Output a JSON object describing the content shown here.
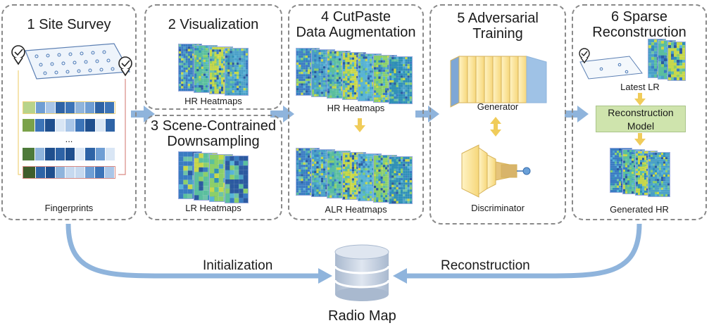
{
  "panels": {
    "p1": {
      "title": "1  Site Survey",
      "caption": "Fingerprints"
    },
    "p2": {
      "title": "2 Visualization",
      "caption": "HR Heatmaps"
    },
    "p3": {
      "title_line1": "3 Scene-Contrained",
      "title_line2": "Downsampling",
      "caption": "LR Heatmaps"
    },
    "p4": {
      "title_line1": "4 CutPaste",
      "title_line2": "Data Augmentation",
      "caption_top": "HR Heatmaps",
      "caption_bottom": "ALR Heatmaps"
    },
    "p5": {
      "title_line1": "5 Adversarial",
      "title_line2": "Training",
      "generator": "Generator",
      "discriminator": "Discriminator"
    },
    "p6": {
      "title_line1": "6 Sparse",
      "title_line2": "Reconstruction",
      "latest": "Latest LR",
      "model_line1": "Reconstruction",
      "model_line2": "Model",
      "generated": "Generated HR"
    }
  },
  "ellipsis": "...",
  "edges": {
    "initialization": "Initialization",
    "reconstruction": "Reconstruction"
  },
  "radio_map": "Radio Map",
  "colors": {
    "arrow": "#8fb4dc",
    "yellow_arrow": "#f0cc5a",
    "fingerprint_blue": "#2f6fb5",
    "fingerprint_green": "#7aa24a",
    "database": "#b9c6d9",
    "model_box": "#cfe4ad"
  }
}
